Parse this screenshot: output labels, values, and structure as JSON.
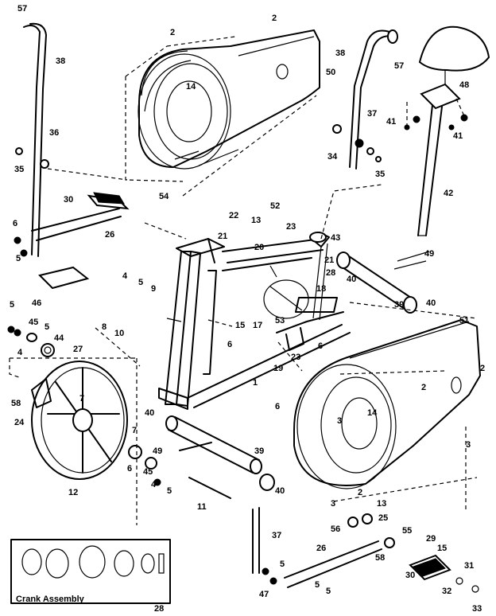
{
  "callouts": [
    {
      "id": "c-57a",
      "text": "57"
    },
    {
      "id": "c-2a",
      "text": "2"
    },
    {
      "id": "c-2b",
      "text": "2"
    },
    {
      "id": "c-38a",
      "text": "38"
    },
    {
      "id": "c-14a",
      "text": "14"
    },
    {
      "id": "c-50",
      "text": "50"
    },
    {
      "id": "c-38b",
      "text": "38"
    },
    {
      "id": "c-57b",
      "text": "57"
    },
    {
      "id": "c-48",
      "text": "48"
    },
    {
      "id": "c-37a",
      "text": "37"
    },
    {
      "id": "c-36",
      "text": "36"
    },
    {
      "id": "c-41a",
      "text": "41"
    },
    {
      "id": "c-41b",
      "text": "41"
    },
    {
      "id": "c-35a",
      "text": "35"
    },
    {
      "id": "c-34",
      "text": "34"
    },
    {
      "id": "c-35b",
      "text": "35"
    },
    {
      "id": "c-42",
      "text": "42"
    },
    {
      "id": "c-30a",
      "text": "30"
    },
    {
      "id": "c-54",
      "text": "54"
    },
    {
      "id": "c-52",
      "text": "52"
    },
    {
      "id": "c-13a",
      "text": "13"
    },
    {
      "id": "c-22",
      "text": "22"
    },
    {
      "id": "c-23a",
      "text": "23"
    },
    {
      "id": "c-6a",
      "text": "6"
    },
    {
      "id": "c-26a",
      "text": "26"
    },
    {
      "id": "c-21a",
      "text": "21"
    },
    {
      "id": "c-43",
      "text": "43"
    },
    {
      "id": "c-5a",
      "text": "5"
    },
    {
      "id": "c-20",
      "text": "20"
    },
    {
      "id": "c-49",
      "text": "49"
    },
    {
      "id": "c-21b",
      "text": "21"
    },
    {
      "id": "c-4a",
      "text": "4"
    },
    {
      "id": "c-5b",
      "text": "5"
    },
    {
      "id": "c-28a",
      "text": "28"
    },
    {
      "id": "c-40a",
      "text": "40"
    },
    {
      "id": "c-9",
      "text": "9"
    },
    {
      "id": "c-18",
      "text": "18"
    },
    {
      "id": "c-39a",
      "text": "39"
    },
    {
      "id": "c-40b",
      "text": "40"
    },
    {
      "id": "c-46",
      "text": "46"
    },
    {
      "id": "c-5c",
      "text": "5"
    },
    {
      "id": "c-8",
      "text": "8"
    },
    {
      "id": "c-10",
      "text": "10"
    },
    {
      "id": "c-15a",
      "text": "15"
    },
    {
      "id": "c-17",
      "text": "17"
    },
    {
      "id": "c-53",
      "text": "53"
    },
    {
      "id": "c-45a",
      "text": "45"
    },
    {
      "id": "c-5d",
      "text": "5"
    },
    {
      "id": "c-6b",
      "text": "6"
    },
    {
      "id": "c-51",
      "text": "51"
    },
    {
      "id": "c-4b",
      "text": "4"
    },
    {
      "id": "c-44",
      "text": "44"
    },
    {
      "id": "c-27",
      "text": "27"
    },
    {
      "id": "c-6c",
      "text": "6"
    },
    {
      "id": "c-19",
      "text": "19"
    },
    {
      "id": "c-23b",
      "text": "23"
    },
    {
      "id": "c-2c",
      "text": "2"
    },
    {
      "id": "c-1",
      "text": "1"
    },
    {
      "id": "c-7",
      "text": "7"
    },
    {
      "id": "c-2d",
      "text": "2"
    },
    {
      "id": "c-58a",
      "text": "58"
    },
    {
      "id": "c-24",
      "text": "24"
    },
    {
      "id": "c-6d",
      "text": "6"
    },
    {
      "id": "c-40c",
      "text": "40"
    },
    {
      "id": "c-3a",
      "text": "3"
    },
    {
      "id": "c-14b",
      "text": "14"
    },
    {
      "id": "c-7b",
      "text": "7"
    },
    {
      "id": "c-6e",
      "text": "6"
    },
    {
      "id": "c-49b",
      "text": "49"
    },
    {
      "id": "c-39b",
      "text": "39"
    },
    {
      "id": "c-45b",
      "text": "45"
    },
    {
      "id": "c-4c",
      "text": "4"
    },
    {
      "id": "c-5e",
      "text": "5"
    },
    {
      "id": "c-3b",
      "text": "3"
    },
    {
      "id": "c-40d",
      "text": "40"
    },
    {
      "id": "c-2e",
      "text": "2"
    },
    {
      "id": "c-12",
      "text": "12"
    },
    {
      "id": "c-11",
      "text": "11"
    },
    {
      "id": "c-3c",
      "text": "3"
    },
    {
      "id": "c-13b",
      "text": "13"
    },
    {
      "id": "c-56",
      "text": "56"
    },
    {
      "id": "c-25",
      "text": "25"
    },
    {
      "id": "c-37b",
      "text": "37"
    },
    {
      "id": "c-55",
      "text": "55"
    },
    {
      "id": "c-29",
      "text": "29"
    },
    {
      "id": "c-26b",
      "text": "26"
    },
    {
      "id": "c-15b",
      "text": "15"
    },
    {
      "id": "c-58b",
      "text": "58"
    },
    {
      "id": "c-31",
      "text": "31"
    },
    {
      "id": "c-30b",
      "text": "30"
    },
    {
      "id": "c-5f",
      "text": "5"
    },
    {
      "id": "c-47",
      "text": "47"
    },
    {
      "id": "c-5g",
      "text": "5"
    },
    {
      "id": "c-5h",
      "text": "5"
    },
    {
      "id": "c-32",
      "text": "32"
    },
    {
      "id": "c-33",
      "text": "33"
    },
    {
      "id": "c-28b",
      "text": "28"
    }
  ],
  "inset": {
    "title": "Crank Assembly"
  }
}
